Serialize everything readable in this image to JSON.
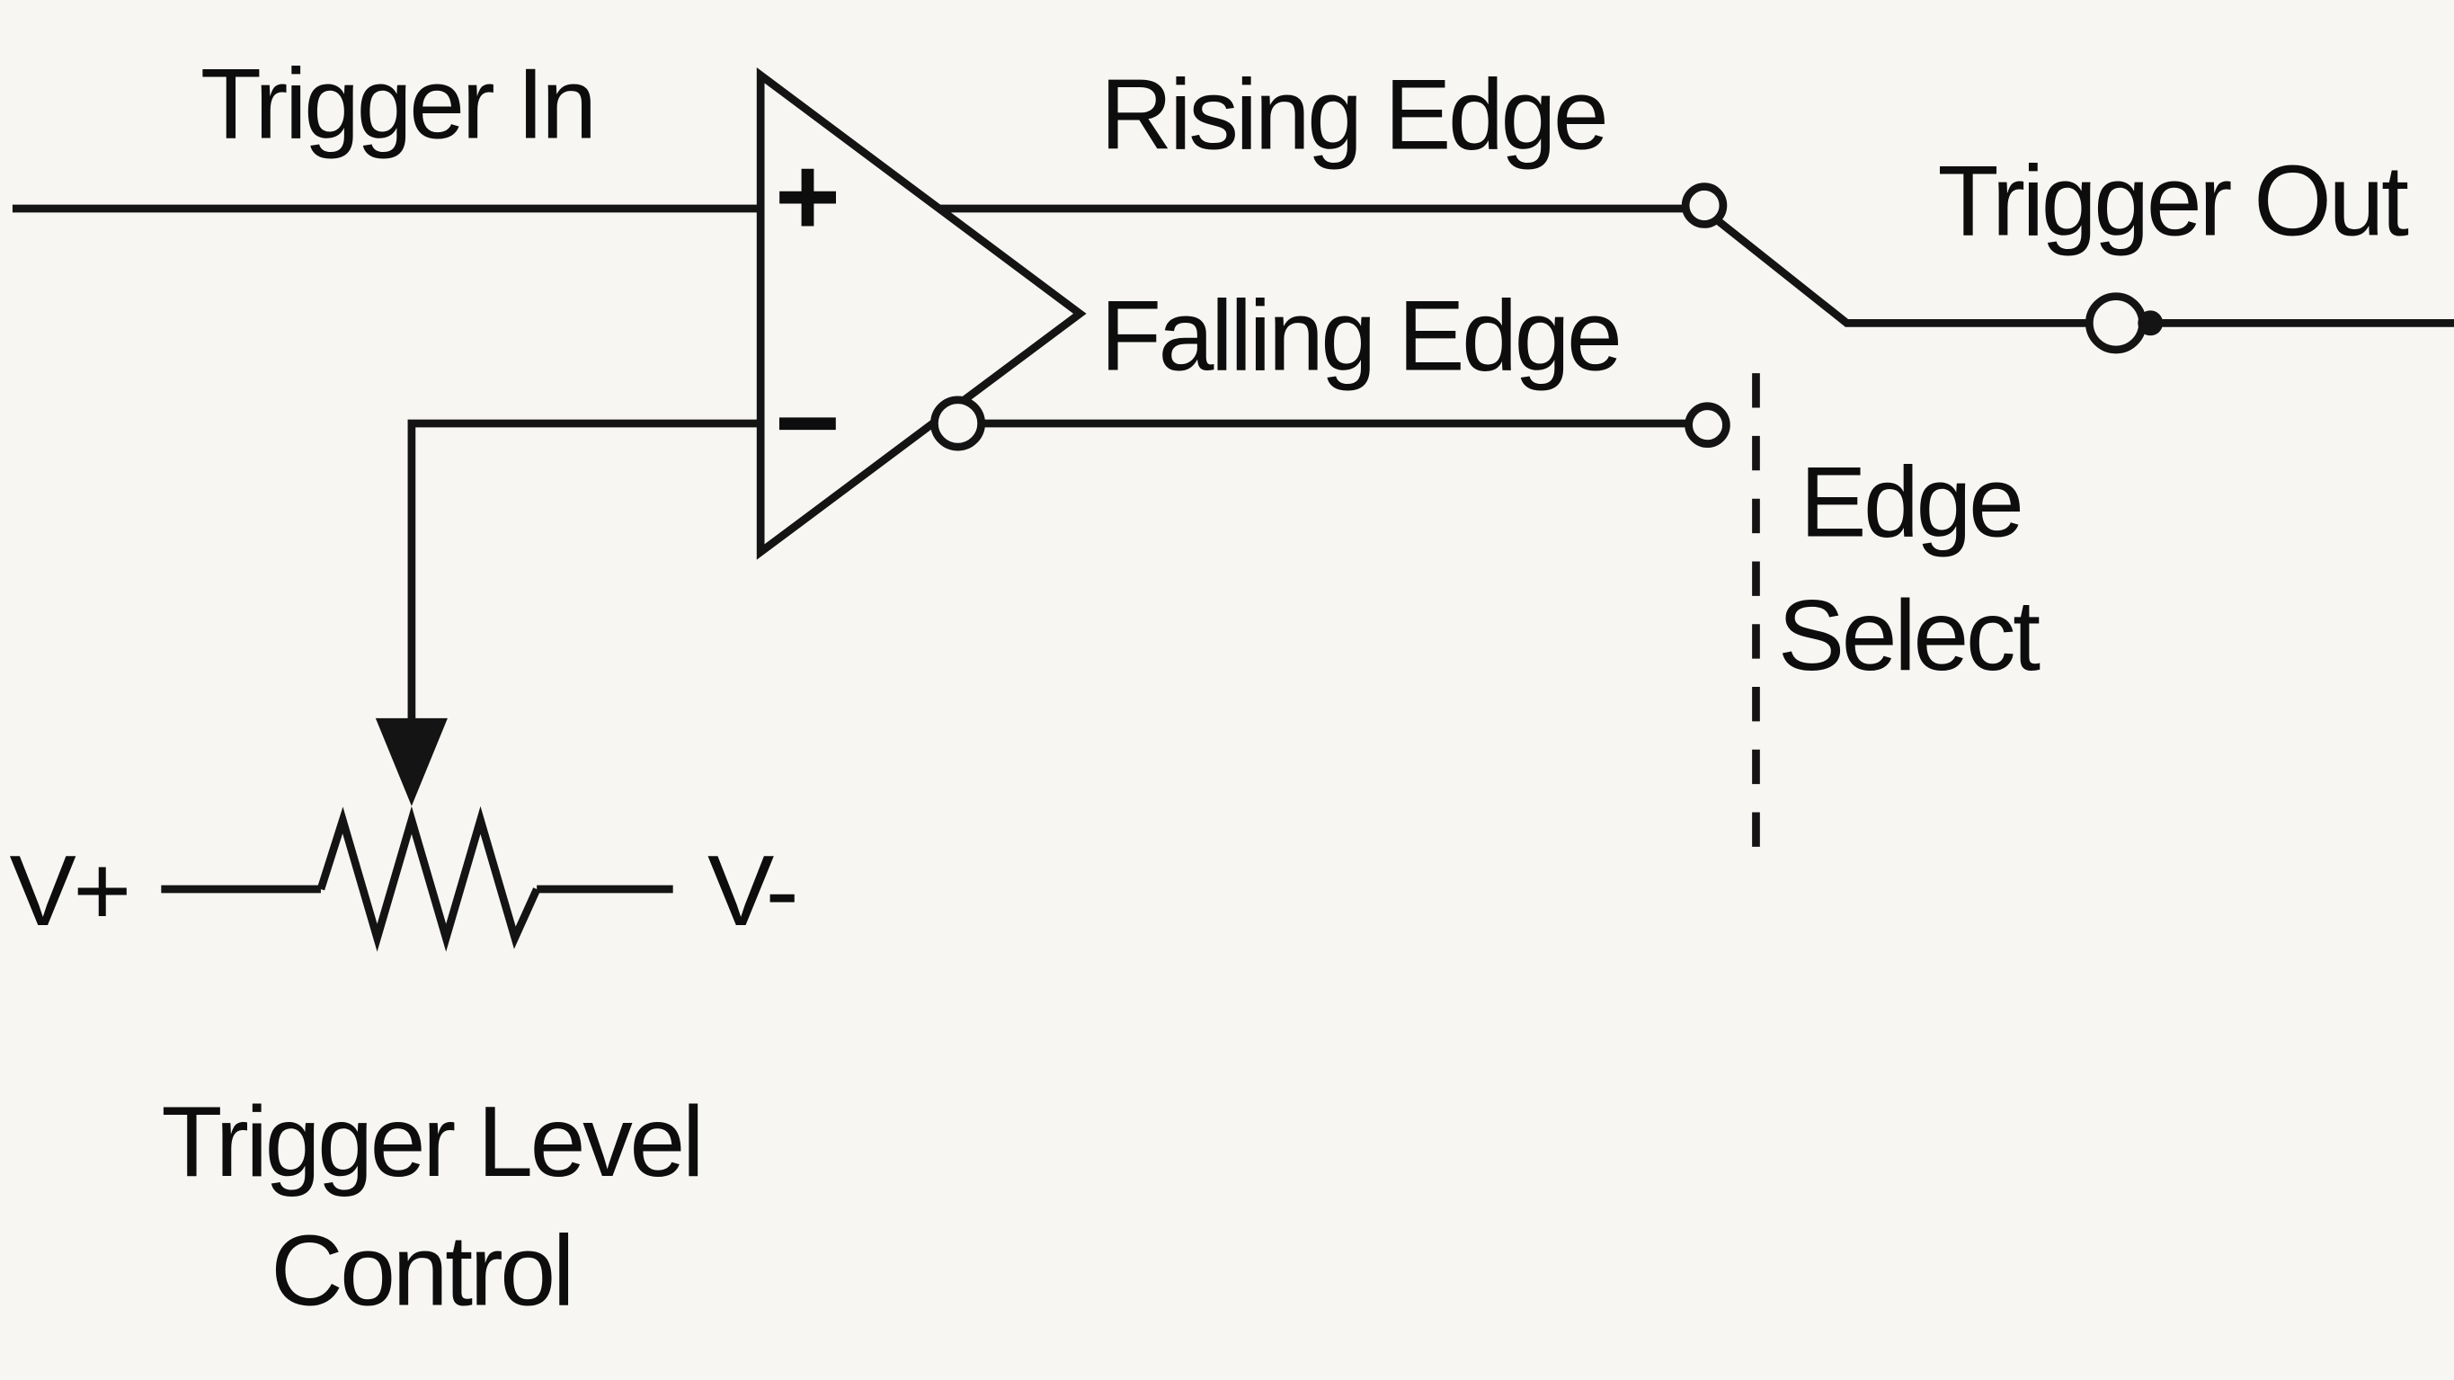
{
  "diagram": {
    "title": "trigger-edge-select-circuit",
    "labels": {
      "trigger_in": "Trigger In",
      "rising_edge": "Rising Edge",
      "falling_edge": "Falling Edge",
      "trigger_out": "Trigger Out",
      "edge_select_line1": "Edge",
      "edge_select_line2": "Select",
      "comparator_plus": "+",
      "comparator_minus": "−",
      "v_plus": "V+",
      "v_minus": "V-",
      "trigger_level_line1": "Trigger Level",
      "trigger_level_line2": "Control"
    },
    "colors": {
      "background": "#f7f6f3",
      "line": "#141414",
      "text": "#0d0d0d"
    }
  }
}
